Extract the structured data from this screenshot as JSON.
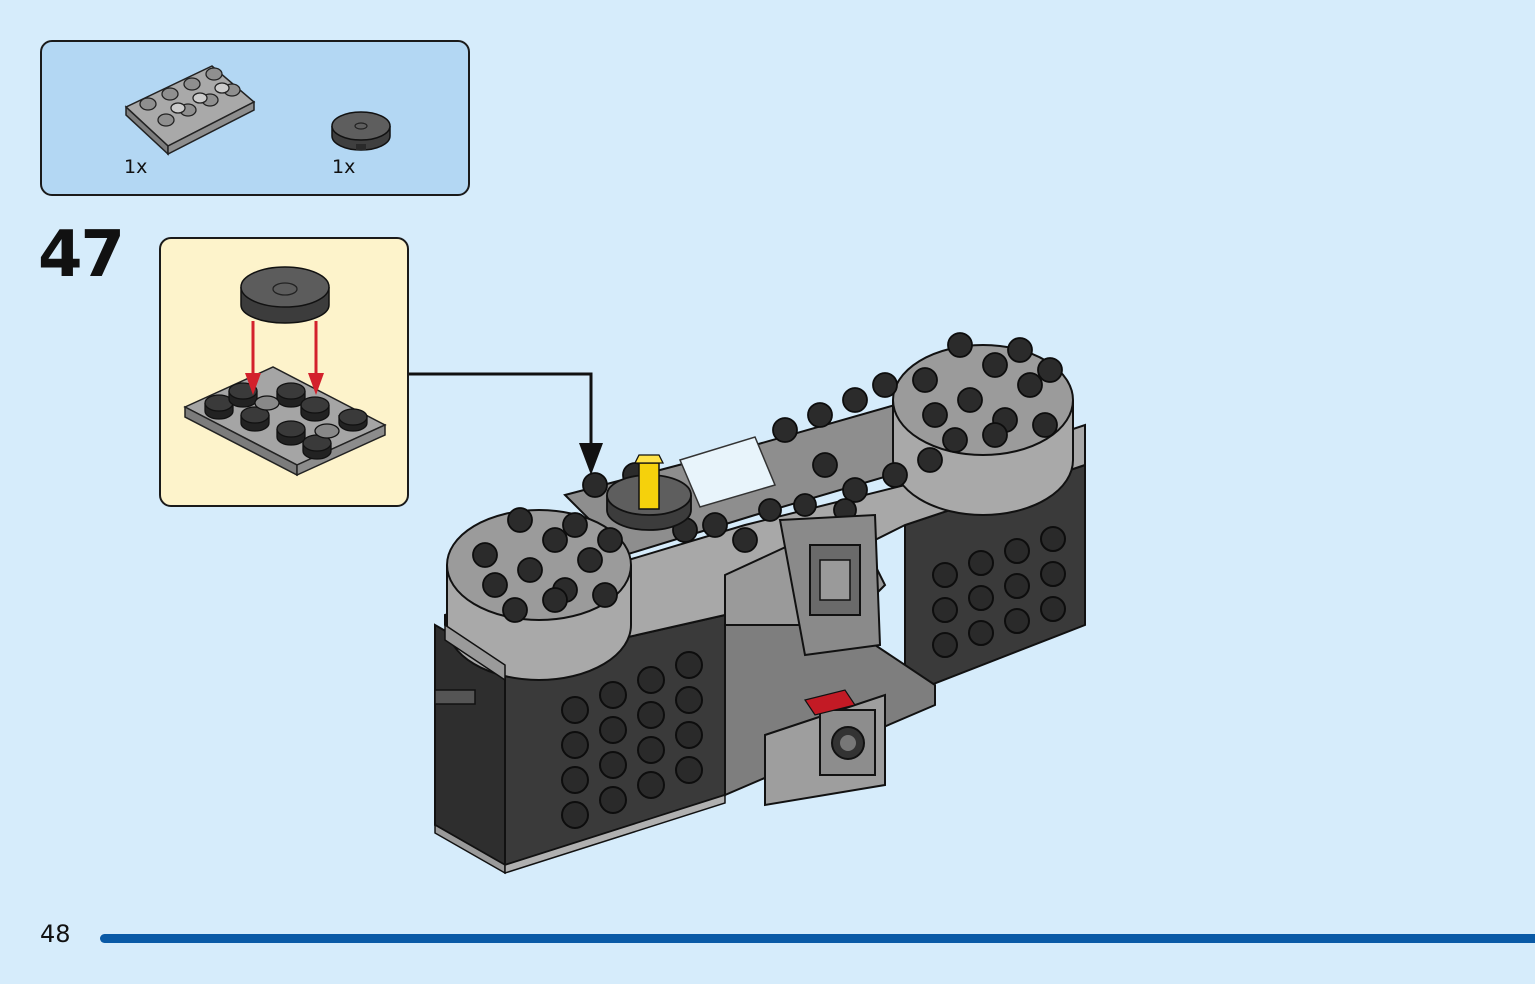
{
  "page": {
    "number": "48",
    "background": "#d6ecfb"
  },
  "parts_list": {
    "background": "#b3d7f3",
    "items": [
      {
        "name": "plate-2x4-with-holes",
        "quantity": "1x",
        "color": "#a0a0a0"
      },
      {
        "name": "round-tile-2x2",
        "quantity": "1x",
        "color": "#5a5a5a"
      }
    ]
  },
  "step": {
    "number": "47"
  },
  "callout": {
    "background": "#fdf3cb",
    "arrow_color": "#d3212c"
  },
  "progress_bar": {
    "color": "#0a5aa6"
  }
}
